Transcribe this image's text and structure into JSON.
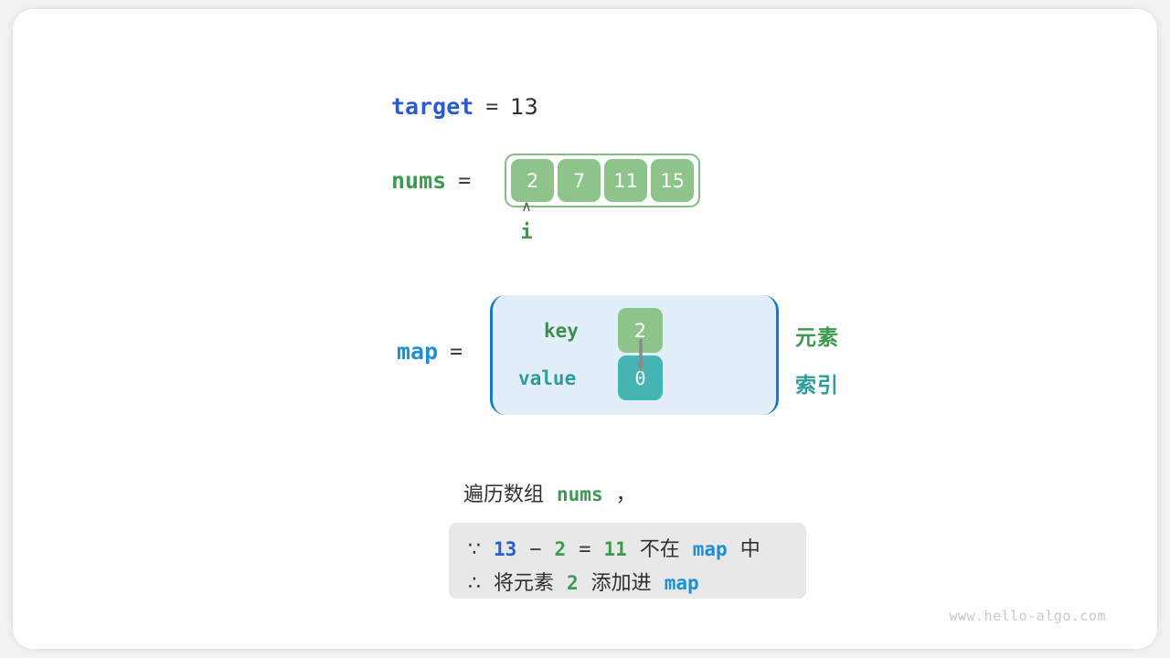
{
  "diagram": {
    "target": {
      "label": "target",
      "equals": "=",
      "value": "13"
    },
    "nums": {
      "label": "nums",
      "equals": "=",
      "cells": [
        "2",
        "7",
        "11",
        "15"
      ]
    },
    "pointer": {
      "caret": "∧",
      "name": "i"
    },
    "map": {
      "label": "map",
      "equals": "=",
      "key_label": "key",
      "value_label": "value",
      "key_cell": "2",
      "value_cell": "0",
      "arrow_icon": "down-arrow-icon"
    },
    "side_notes": {
      "element": "元素",
      "index": "索引"
    },
    "caption": {
      "prefix": "遍历数组",
      "code": "nums",
      "suffix": "，"
    },
    "note_box": {
      "line1": {
        "because_symbol": "∵",
        "a": "13",
        "minus": "−",
        "b": "2",
        "eq": "=",
        "c": "11",
        "text_mid": "不在",
        "code": "map",
        "text_end": "中"
      },
      "line2": {
        "therefore_symbol": "∴",
        "text_start": "将元素",
        "num": "2",
        "text_mid": "添加进",
        "code": "map"
      }
    },
    "watermark": "www.hello-algo.com",
    "colors": {
      "target_blue": "#2a5bd7",
      "map_blue": "#1e8fd5",
      "nums_green": "#3c9a4e",
      "cell_green": "#8cc48a",
      "cell_teal": "#44b5b3",
      "map_bg": "#e2eff9",
      "note_bg": "#e8e8e8"
    }
  }
}
